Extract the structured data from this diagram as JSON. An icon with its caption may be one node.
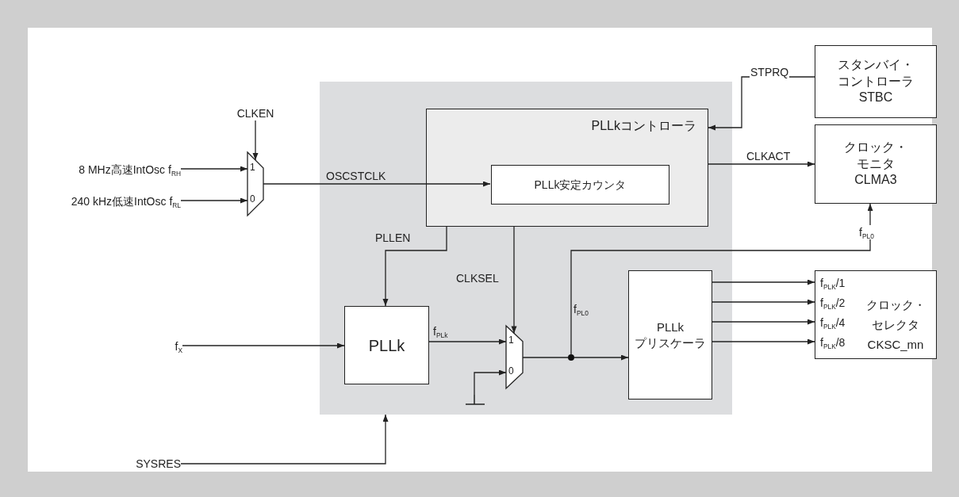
{
  "diagram": {
    "nodes": [
      {
        "text": [
          "スタンバイ・コントローラ STBC"
        ]
      },
      {
        "text": [
          "CLKEN"
        ]
      },
      {
        "text": [],
        "shape": "box"
      },
      {
        "text": [
          "PLLkコントローラ"
        ],
        "in": 2
      },
      {
        "text": [
          "PLLk安定カウンタ"
        ],
        "in": 3
      },
      {
        "text": [
          "クロック・モニタ CLMA3"
        ]
      },
      {
        "text": [
          "8 MHz高速IntOsc f$_{RH}$"
        ]
      },
      {
        "text": [
          "240 kHz低速IntOsc f$_{RL}$"
        ]
      },
      {
        "text": [
          "1",
          "0"
        ]
      },
      {
        "text": [
          "PLLk"
        ],
        "in": 2
      },
      {
        "text": [
          "1",
          "0"
        ],
        "in": 2
      },
      {
        "text": [],
        "shape": "circle",
        "in": 2
      },
      {
        "text": [
          "PLLk プリスケーラ"
        ],
        "in": 2
      },
      {
        "text": [
          "f$_{PLK}$/1",
          "f$_{PLK}$/2",
          "f$_{PLK}$/4",
          "f$_{PLK}$/8",
          "クロック・セレクタ CKSC_mn"
        ]
      },
      {
        "text": [
          "f$_{X}$"
        ]
      },
      {
        "text": [],
        "shape": "ground",
        "in": 2
      },
      {
        "text": [
          "SYSRES"
        ]
      }
    ],
    "edges": [
      {
        "from": 1,
        "to": 8,
        "arrow": "to"
      },
      {
        "from": 6,
        "to": 8,
        "arrow": "to"
      },
      {
        "from": 7,
        "to": 8,
        "arrow": "to"
      },
      {
        "from": 8,
        "to": 4,
        "arrow": "to",
        "label": "OSCSTCLK"
      },
      {
        "from": 0,
        "to": 3,
        "arrow": "to",
        "label": "STPRQ"
      },
      {
        "from": 3,
        "to": 5,
        "arrow": "to",
        "label": "CLKACT"
      },
      {
        "from": 3,
        "to": 9,
        "arrow": "to",
        "label": "PLLEN"
      },
      {
        "from": 3,
        "to": 10,
        "arrow": "to",
        "label": "CLKSEL"
      },
      {
        "from": 14,
        "to": 9,
        "arrow": "to"
      },
      {
        "from": 9,
        "to": 10,
        "arrow": "to",
        "label": "f$_{PLk}$"
      },
      {
        "from": 15,
        "to": 10,
        "arrow": "to"
      },
      {
        "from": 10,
        "to": 11,
        "arrow": "none"
      },
      {
        "from": 11,
        "to": 12,
        "arrow": "to"
      },
      {
        "from": 11,
        "to": 5,
        "arrow": "to",
        "label": "f$_{PL0}$"
      },
      {
        "from": 12,
        "to": 13,
        "arrow": "to"
      },
      {
        "from": 12,
        "to": 13,
        "arrow": "to"
      },
      {
        "from": 12,
        "to": 13,
        "arrow": "to"
      },
      {
        "from": 12,
        "to": 13,
        "arrow": "to"
      },
      {
        "from": 16,
        "to": 2,
        "arrow": "to"
      }
    ],
    "labels": [
      "f$_{PL0}$"
    ]
  }
}
